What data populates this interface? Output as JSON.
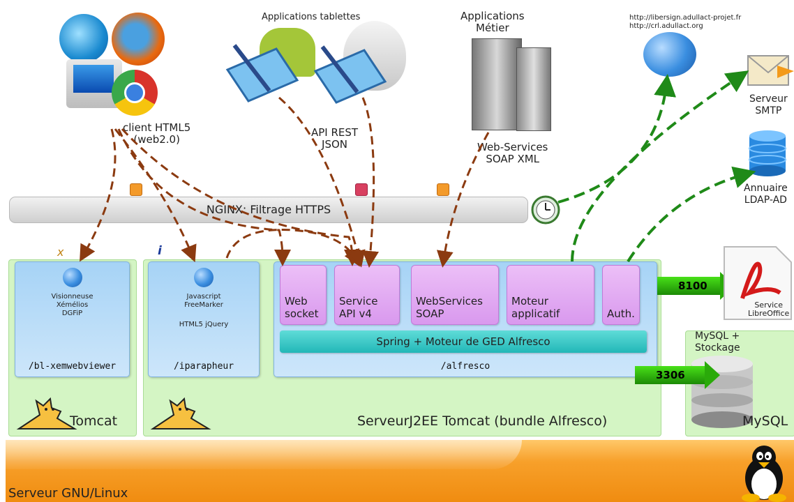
{
  "top": {
    "client_label": "client HTML5\n(web2.0)",
    "tablets_label": "Applications tablettes",
    "api_label": "API REST\nJSON",
    "metier_label": "Applications\nMétier",
    "ws_label": "Web-Services\nSOAP XML",
    "urls": "http://libersign.adullact-projet.fr\nhttp://crl.adullact.org",
    "smtp_label": "Serveur\nSMTP",
    "ldap_label": "Annuaire\nLDAP-AD"
  },
  "nginx": {
    "label": "NGINX: Filtrage HTTPS"
  },
  "tomcat1": {
    "viewer_label": "Visionneuse\nXémélios\nDGFiP",
    "path": "/bl-xemwebviewer",
    "server_label": "Tomcat"
  },
  "tomcat2": {
    "app_label": "Javascript\nFreeMarker",
    "app_sub": "HTML5 jQuery",
    "path": "/iparapheur",
    "server_label": "ServeurJ2EE Tomcat (bundle Alfresco)"
  },
  "alfresco": {
    "path": "/alfresco",
    "spring_label": "Spring + Moteur de GED Alfresco",
    "modules": [
      {
        "label": "Web\nsocket"
      },
      {
        "label": "Service\nAPI v4"
      },
      {
        "label": "WebServices\nSOAP"
      },
      {
        "label": "Moteur\napplicatif"
      },
      {
        "label": "Auth."
      }
    ]
  },
  "libreoffice": {
    "port": "8100",
    "label": "Service\nLibreOffice"
  },
  "mysql": {
    "port": "3306",
    "top_label": "MySQL +\nStockage",
    "label": "MySQL"
  },
  "linux": {
    "label": "Serveur GNU/Linux"
  },
  "colors": {
    "arrow_brown": "#8b3a10",
    "arrow_green": "#1f8a18",
    "linux_orange": "#f29a1f",
    "server_green": "#d4f5c4"
  }
}
